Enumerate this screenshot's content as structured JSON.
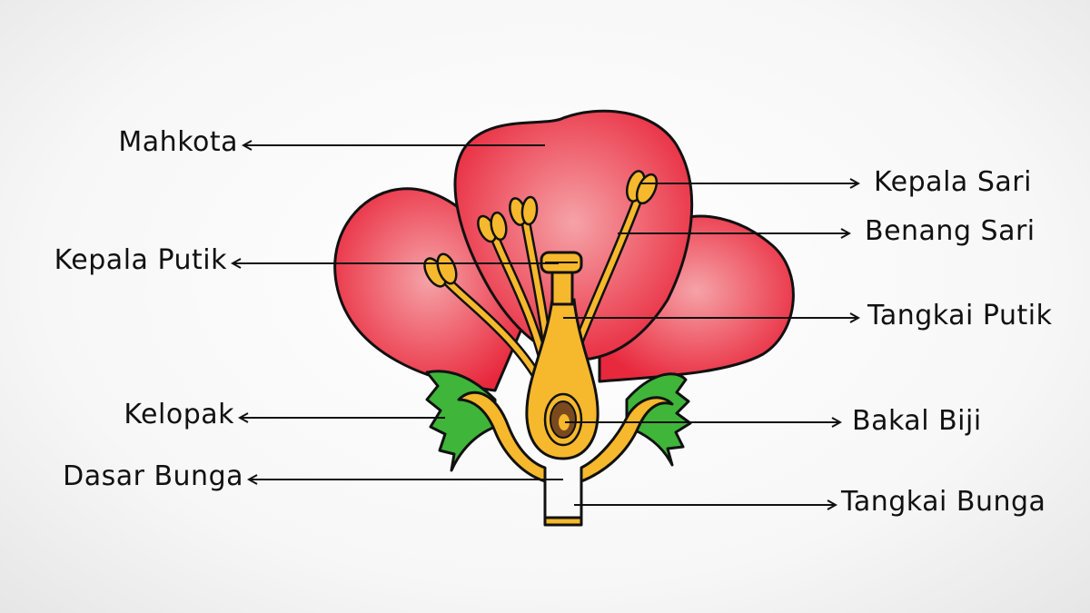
{
  "labels": {
    "mahkota": "Mahkota",
    "kepala_putik": "Kepala Putik",
    "kelopak": "Kelopak",
    "dasar_bunga": "Dasar Bunga",
    "kepala_sari": "Kepala Sari",
    "benang_sari": "Benang Sari",
    "tangkai_putik": "Tangkai Putik",
    "bakal_biji": "Bakal Biji",
    "tangkai_bunga": "Tangkai Bunga"
  },
  "colors": {
    "petal": "#ec3c4e",
    "petal_light": "#f48a92",
    "sepal": "#3fb53a",
    "pistil": "#f6b82c",
    "ovule": "#7a4a1e",
    "line": "#111111"
  }
}
